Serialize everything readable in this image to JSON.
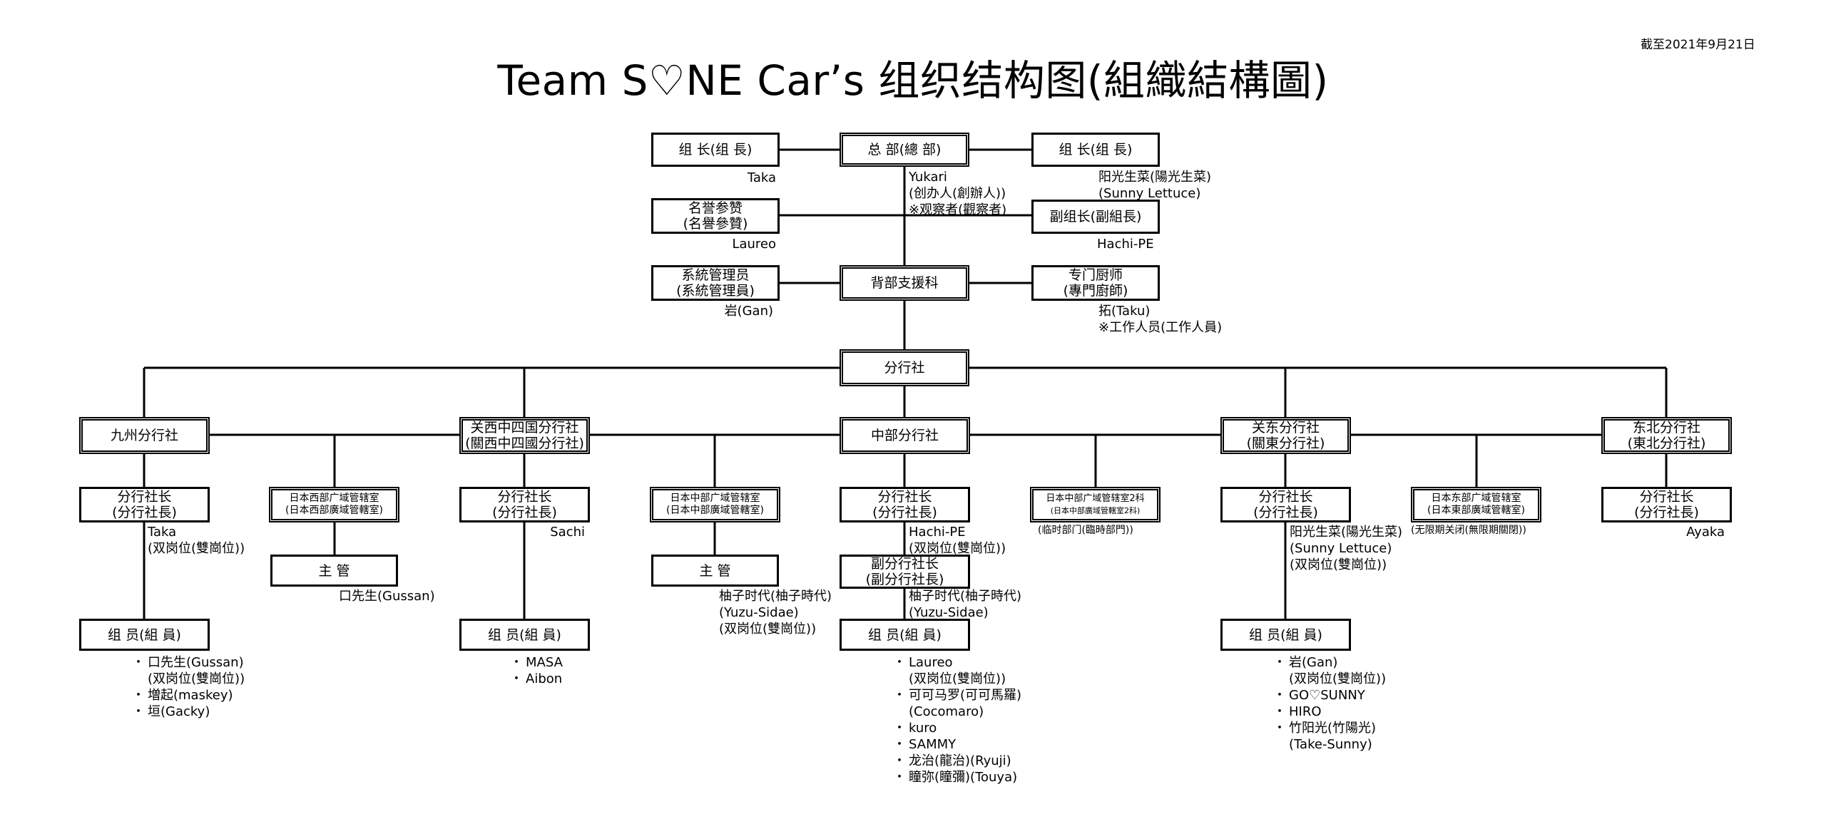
{
  "date": "截至2021年9月21日",
  "title": "Team S♡NE Car’s  组织结构图(組織結構圖)",
  "hq": {
    "leader_left": {
      "box": "组 长(组 長)",
      "name": "Taka"
    },
    "headquarters": {
      "box": "总 部(總 部)",
      "name": "Yukari",
      "role": "(创办人(創辦人))",
      "note": "※观察者(觀察者)"
    },
    "leader_right": {
      "box": "组 长(组 長)",
      "name": "阳光生菜(陽光生菜)",
      "name_en": "(Sunny Lettuce)"
    },
    "honorary": {
      "box1": "名誉参赞",
      "box2": "(名譽參贊)",
      "name": "Laureo"
    },
    "vice_leader": {
      "box": "副组长(副組長)",
      "name": "Hachi-PE"
    },
    "sysadmin": {
      "box1": "系統管理员",
      "box2": "(系統管理員)",
      "name": "岩(Gan)"
    },
    "support": {
      "box": "背部支援科"
    },
    "chef": {
      "box1": "专门厨师",
      "box2": "(專門廚師)",
      "name": "拓(Taku)",
      "note": "※工作人员(工作人員)"
    }
  },
  "branch_root": {
    "box": "分行社"
  },
  "branches": {
    "kyushu": {
      "box": "九州分行社",
      "head_box1": "分行社长",
      "head_box2": "(分行社長)",
      "head_name": "Taka",
      "head_note": "(双岗位(雙崗位))",
      "members_box": "组 员(組 員)",
      "members": [
        "口先生(Gussan)",
        "(双岗位(雙崗位))",
        "増起(maskey)",
        "垣(Gacky)"
      ]
    },
    "west_office": {
      "box1": "日本西部广域管辖室",
      "box2": "(日本西部廣域管轄室)",
      "manager_box": "主 管",
      "manager_name": "口先生(Gussan)"
    },
    "kansai": {
      "box1": "关西中四国分行社",
      "box2": "(關西中四國分行社)",
      "head_box1": "分行社长",
      "head_box2": "(分行社長)",
      "head_name": "Sachi",
      "members_box": "组 员(組 員)",
      "members": [
        "MASA",
        "Aibon"
      ]
    },
    "central_office": {
      "box1": "日本中部广域管辖室",
      "box2": "(日本中部廣域管轄室)",
      "manager_box": "主 管",
      "manager_name": "柚子时代(柚子時代)",
      "manager_name_en": "(Yuzu-Sidae)",
      "manager_note": "(双岗位(雙崗位))"
    },
    "chubu": {
      "box": "中部分行社",
      "head_box1": "分行社长",
      "head_box2": "(分行社長)",
      "head_name": "Hachi-PE",
      "head_note": "(双岗位(雙崗位))",
      "vice_box1": "副分行社长",
      "vice_box2": "(副分行社長)",
      "vice_name": "柚子时代(柚子時代)",
      "vice_name_en": "(Yuzu-Sidae)",
      "members_box": "组 员(組 員)",
      "members": [
        "Laureo",
        "(双岗位(雙崗位))",
        "可可马罗(可可馬羅)",
        "(Cocomaro)",
        "kuro",
        "SAMMY",
        "龙治(龍治)(Ryuji)",
        "瞳弥(瞳彌)(Touya)"
      ]
    },
    "central_office2": {
      "box1": "日本中部广域管辖室2科",
      "box2": "(日本中部廣域管轄室2科)",
      "note": "(临时部门(臨時部門))"
    },
    "kanto": {
      "box1": "关东分行社",
      "box2": "(關東分行社)",
      "head_box1": "分行社长",
      "head_box2": "(分行社長)",
      "head_name": "阳光生菜(陽光生菜)",
      "head_name_en": "(Sunny Lettuce)",
      "head_note": "(双岗位(雙崗位))",
      "members_box": "组 员(組 員)",
      "members": [
        "岩(Gan)",
        "(双岗位(雙崗位))",
        "GO♡SUNNY",
        "HIRO",
        "竹阳光(竹陽光)",
        "(Take-Sunny)"
      ]
    },
    "east_office": {
      "box1": "日本东部广域管辖室",
      "box2": "(日本東部廣域管轄室)",
      "note": "(无限期关闭(無限期關閉))"
    },
    "tohoku": {
      "box1": "东北分行社",
      "box2": "(東北分行社)",
      "head_box1": "分行社长",
      "head_box2": "(分行社長)",
      "head_name": "Ayaka"
    }
  }
}
